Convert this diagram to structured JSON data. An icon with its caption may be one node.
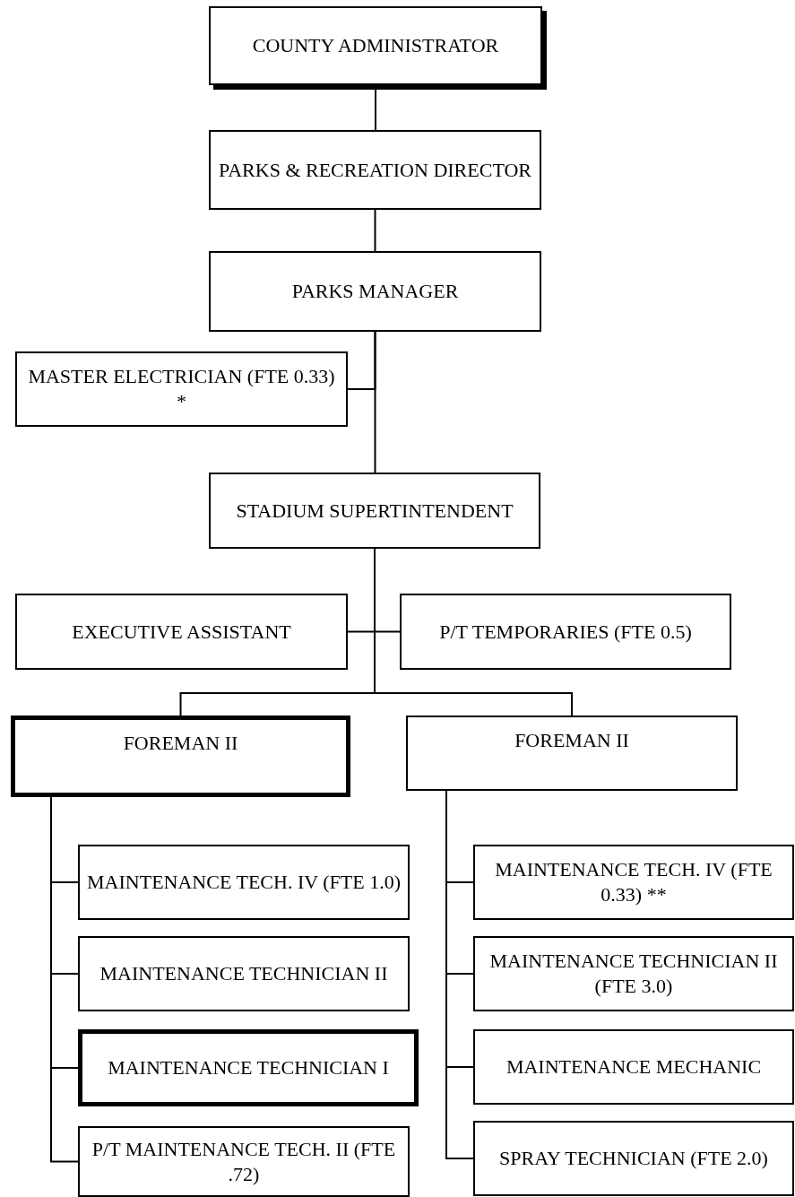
{
  "diagram": {
    "nodes": [
      {
        "text": [
          "COUNTY ADMINISTRATOR"
        ]
      },
      {
        "text": [
          "PARKS & RECREATION DIRECTOR"
        ]
      },
      {
        "text": [
          "PARKS MANAGER"
        ]
      },
      {
        "text": [
          "MASTER ELECTRICIAN (FTE 0.33)  *"
        ]
      },
      {
        "text": [
          "STADIUM SUPERTINTENDENT"
        ]
      },
      {
        "text": [
          "EXECUTIVE ASSISTANT"
        ]
      },
      {
        "text": [
          "P/T TEMPORARIES (FTE 0.5)"
        ]
      },
      {
        "text": [
          "FOREMAN II"
        ]
      },
      {
        "text": [
          "FOREMAN II"
        ]
      },
      {
        "text": [
          "MAINTENANCE TECH. IV (FTE 1.0)"
        ]
      },
      {
        "text": [
          "MAINTENANCE TECHNICIAN II"
        ]
      },
      {
        "text": [
          "MAINTENANCE TECHNICIAN I"
        ]
      },
      {
        "text": [
          "P/T MAINTENANCE TECH. II (FTE .72)"
        ]
      },
      {
        "text": [
          "MAINTENANCE TECH. IV (FTE 0.33) **"
        ]
      },
      {
        "text": [
          "MAINTENANCE TECHNICIAN II (FTE 3.0)"
        ]
      },
      {
        "text": [
          "MAINTENANCE MECHANIC"
        ]
      },
      {
        "text": [
          "SPRAY TECHNICIAN (FTE 2.0)"
        ]
      }
    ],
    "edges": [
      {
        "from": 0,
        "to": 1,
        "arrow": "none"
      },
      {
        "from": 1,
        "to": 2,
        "arrow": "none"
      },
      {
        "from": 2,
        "to": 3,
        "arrow": "none"
      },
      {
        "from": 2,
        "to": 4,
        "arrow": "none"
      },
      {
        "from": 4,
        "to": 5,
        "arrow": "none"
      },
      {
        "from": 4,
        "to": 6,
        "arrow": "none"
      },
      {
        "from": 4,
        "to": 7,
        "arrow": "none"
      },
      {
        "from": 4,
        "to": 8,
        "arrow": "none"
      },
      {
        "from": 7,
        "to": 9,
        "arrow": "none"
      },
      {
        "from": 7,
        "to": 10,
        "arrow": "none"
      },
      {
        "from": 7,
        "to": 11,
        "arrow": "none"
      },
      {
        "from": 7,
        "to": 12,
        "arrow": "none"
      },
      {
        "from": 8,
        "to": 13,
        "arrow": "none"
      },
      {
        "from": 8,
        "to": 14,
        "arrow": "none"
      },
      {
        "from": 8,
        "to": 15,
        "arrow": "none"
      },
      {
        "from": 8,
        "to": 16,
        "arrow": "none"
      }
    ]
  }
}
